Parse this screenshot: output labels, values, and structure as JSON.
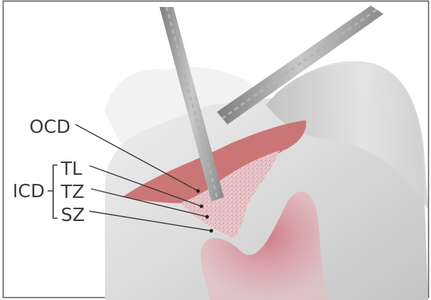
{
  "labels": {
    "ocd": "OCD",
    "icd": "ICD",
    "tl": "TL",
    "tz": "TZ",
    "sz": "SZ"
  },
  "colors": {
    "background": "#ffffff",
    "tooth": "#d9d9d9",
    "dentin_lesion": "#c96a6a",
    "inner_lesion": "#e8c2c6",
    "pulp": "#dd8a92",
    "probe": "#9a9a9a",
    "text": "#3a3a3a"
  }
}
